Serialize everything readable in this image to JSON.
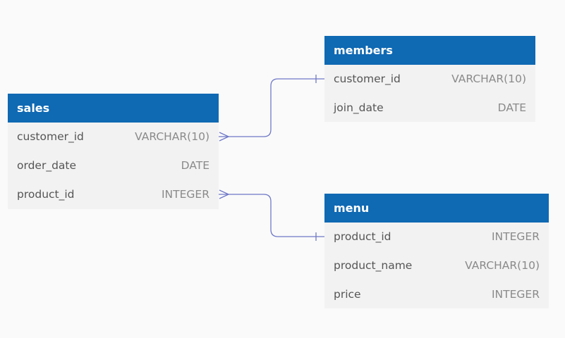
{
  "colors": {
    "header_bg": "#0f69b3",
    "header_text": "#ffffff",
    "body_bg": "#f2f2f2",
    "column_name": "#555555",
    "column_type": "#8a8a8a",
    "relation_line": "#6f78c7",
    "canvas_bg": "#fafafa"
  },
  "tables": {
    "sales": {
      "name": "sales",
      "columns": [
        {
          "name": "customer_id",
          "type": "VARCHAR(10)"
        },
        {
          "name": "order_date",
          "type": "DATE"
        },
        {
          "name": "product_id",
          "type": "INTEGER"
        }
      ]
    },
    "members": {
      "name": "members",
      "columns": [
        {
          "name": "customer_id",
          "type": "VARCHAR(10)"
        },
        {
          "name": "join_date",
          "type": "DATE"
        }
      ]
    },
    "menu": {
      "name": "menu",
      "columns": [
        {
          "name": "product_id",
          "type": "INTEGER"
        },
        {
          "name": "product_name",
          "type": "VARCHAR(10)"
        },
        {
          "name": "price",
          "type": "INTEGER"
        }
      ]
    }
  },
  "relationships": [
    {
      "from": "sales.customer_id",
      "from_end": "many",
      "to": "members.customer_id",
      "to_end": "one"
    },
    {
      "from": "sales.product_id",
      "from_end": "many",
      "to": "menu.product_id",
      "to_end": "one"
    }
  ]
}
